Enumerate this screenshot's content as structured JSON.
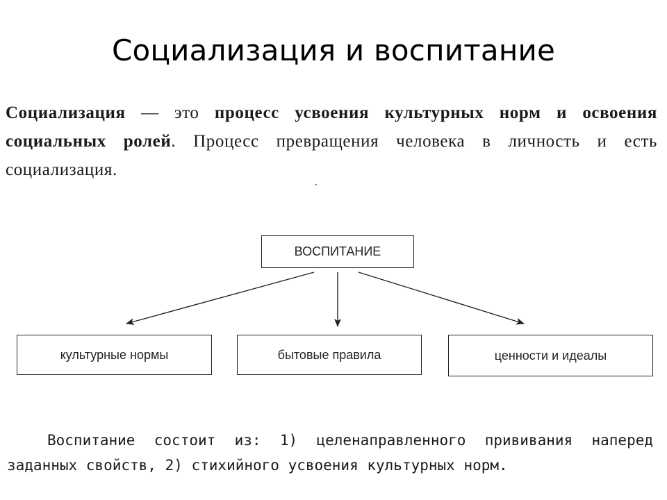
{
  "slide": {
    "title": "Социализация и воспитание"
  },
  "definition": {
    "term": "Социализация",
    "dash": " — это ",
    "bold_part": "процесс усвоения культурных норм и освоения социальных ролей",
    "rest": ". Процесс превращения человека в личность и есть социализация."
  },
  "diagram": {
    "root": "ВОСПИТАНИЕ",
    "children": [
      "культурные нормы",
      "бытовые правила",
      "ценности и идеалы"
    ]
  },
  "composition": {
    "text": "Воспитание состоит из: 1) целенаправленного прививания наперед заданных свойств, 2) стихийного усвоения культурных норм."
  },
  "colors": {
    "ink": "#222222",
    "background": "#ffffff"
  }
}
